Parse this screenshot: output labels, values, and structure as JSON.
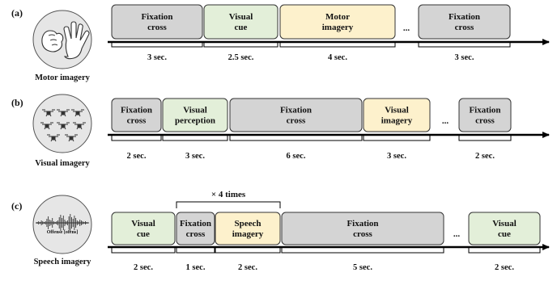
{
  "colors": {
    "gray": "#d4d4d4",
    "green": "#e3efd9",
    "yellow": "#fdf1cc",
    "axis": "#000000",
    "icon_fill": "#e6e6e6"
  },
  "panels": [
    {
      "tag": "(a)",
      "icon": "hands-icon",
      "caption": "Motor imagery",
      "segments": [
        {
          "lines": [
            "Fixation",
            "cross"
          ],
          "color": "gray",
          "duration": "3 sec."
        },
        {
          "lines": [
            "Visual",
            "cue"
          ],
          "color": "green",
          "duration": "2.5 sec."
        },
        {
          "lines": [
            "Motor",
            "imagery"
          ],
          "color": "yellow",
          "duration": "4 sec."
        },
        {
          "lines": [
            "Fixation",
            "cross"
          ],
          "color": "gray",
          "duration": "3 sec."
        }
      ],
      "ellipsis": "..."
    },
    {
      "tag": "(b)",
      "icon": "drones-icon",
      "caption": "Visual imagery",
      "segments": [
        {
          "lines": [
            "Fixation",
            "cross"
          ],
          "color": "gray",
          "duration": "2 sec."
        },
        {
          "lines": [
            "Visual",
            "perception"
          ],
          "color": "green",
          "duration": "3 sec."
        },
        {
          "lines": [
            "Fixation",
            "cross"
          ],
          "color": "gray",
          "duration": "6 sec."
        },
        {
          "lines": [
            "Visual",
            "imagery"
          ],
          "color": "yellow",
          "duration": "3 sec."
        },
        {
          "lines": [
            "Fixation",
            "cross"
          ],
          "color": "gray",
          "duration": "2 sec."
        }
      ],
      "ellipsis": "..."
    },
    {
      "tag": "(c)",
      "icon": "waveform-icon",
      "icon_label": "Offense [ofens]",
      "caption": "Speech imagery",
      "repeat_label": "× 4 times",
      "segments": [
        {
          "lines": [
            "Visual",
            "cue"
          ],
          "color": "green",
          "duration": "2 sec."
        },
        {
          "lines": [
            "Fixation",
            "cross"
          ],
          "color": "gray",
          "duration": "1 sec."
        },
        {
          "lines": [
            "Speech",
            "imagery"
          ],
          "color": "yellow",
          "duration": "2 sec."
        },
        {
          "lines": [
            "Fixation",
            "cross"
          ],
          "color": "gray",
          "duration": "5 sec."
        },
        {
          "lines": [
            "Visual",
            "cue"
          ],
          "color": "green",
          "duration": "2 sec."
        }
      ],
      "ellipsis": "..."
    }
  ]
}
